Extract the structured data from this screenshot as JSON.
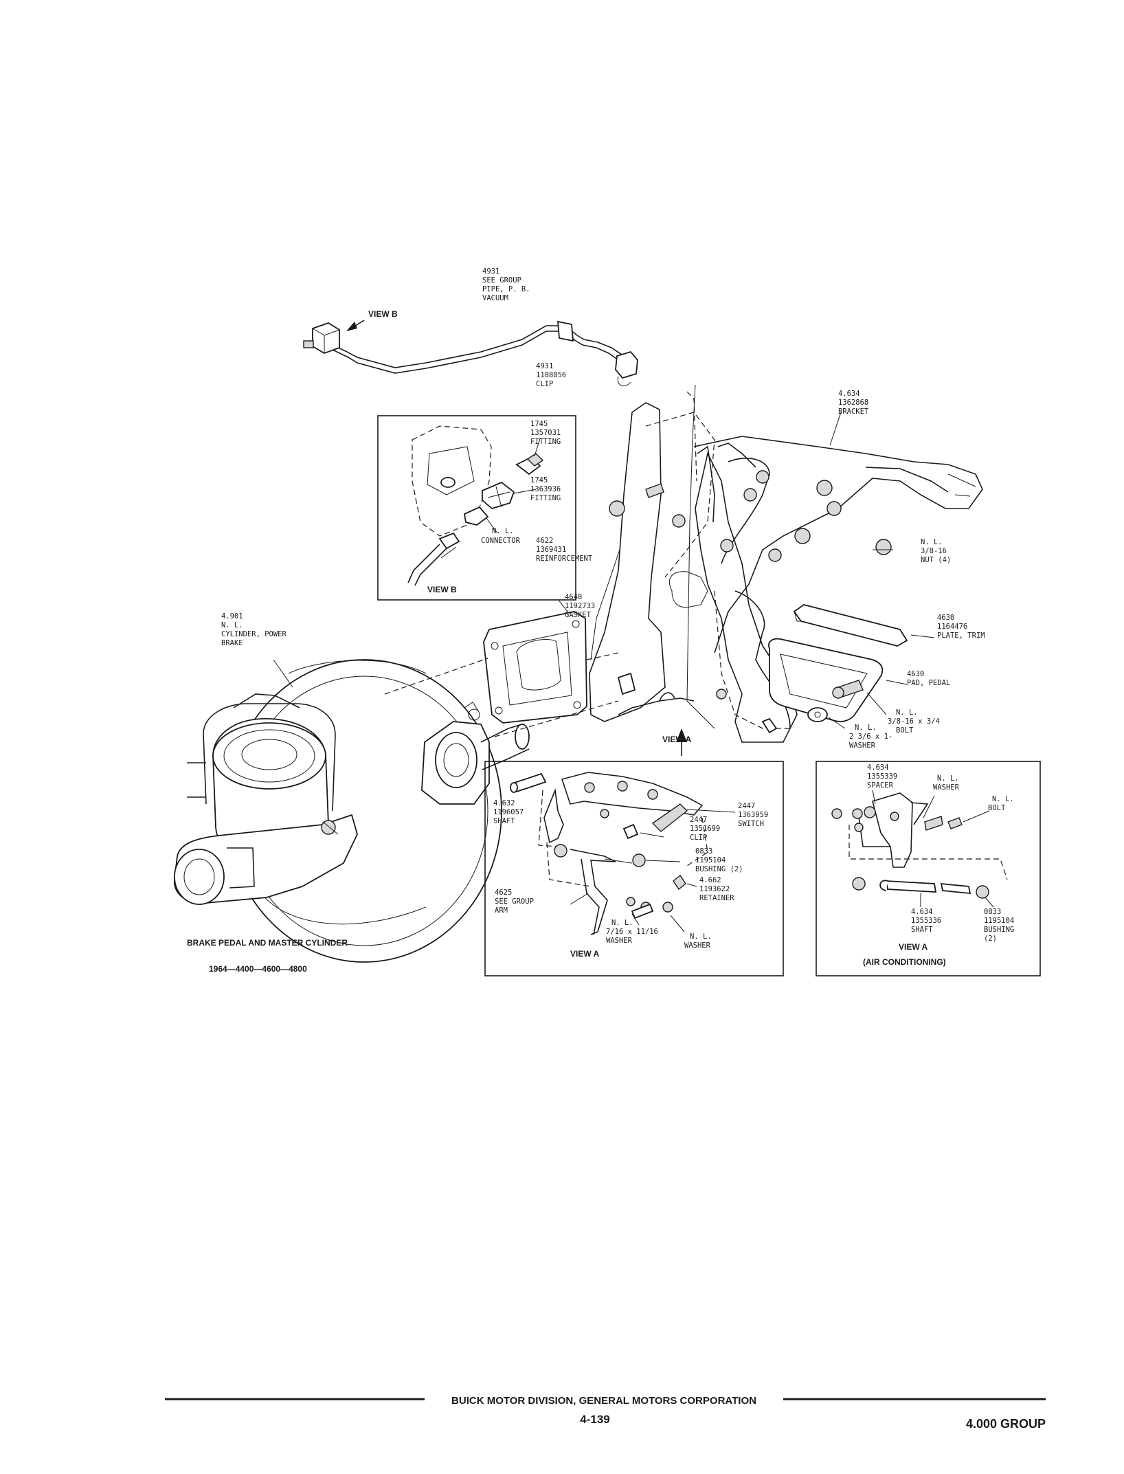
{
  "diagram": {
    "title": "BRAKE PEDAL AND MASTER CYLINDER",
    "years": "1964—4400—4600—4800",
    "view_labels": {
      "view_a": "VIEW A",
      "view_b": "VIEW B",
      "view_a_ac": "VIEW A",
      "ac_caption": "(AIR CONDITIONING)"
    },
    "callouts": [
      {
        "id": "pipe-vacuum",
        "lines": [
          "4931",
          "SEE GROUP",
          "PIPE, P. B.",
          "VACUUM"
        ]
      },
      {
        "id": "clip-vacuum",
        "lines": [
          "4931",
          "1188856",
          "CLIP"
        ]
      },
      {
        "id": "bracket",
        "lines": [
          "4.634",
          "1362868",
          "BRACKET"
        ]
      },
      {
        "id": "fitting-1",
        "lines": [
          "1745",
          "1357031",
          "FITTING"
        ]
      },
      {
        "id": "fitting-2",
        "lines": [
          "1745",
          "1363936",
          "FITTING"
        ]
      },
      {
        "id": "connector",
        "lines": [
          "N. L.",
          "CONNECTOR"
        ]
      },
      {
        "id": "reinforcement",
        "lines": [
          "4622",
          "1369431",
          "REINFORCEMENT"
        ]
      },
      {
        "id": "nut",
        "lines": [
          "N. L.",
          "3/8-16",
          "NUT (4)"
        ]
      },
      {
        "id": "gasket",
        "lines": [
          "4648",
          "1192733",
          "GASKET"
        ]
      },
      {
        "id": "plate-trim",
        "lines": [
          "4630",
          "1164476",
          "PLATE, TRIM"
        ]
      },
      {
        "id": "cylinder",
        "lines": [
          "4.901",
          "N. L.",
          "CYLINDER, POWER",
          "BRAKE"
        ]
      },
      {
        "id": "pad-pedal",
        "lines": [
          "4630",
          "PAD, PEDAL"
        ]
      },
      {
        "id": "bolt-main",
        "lines": [
          "N. L.",
          "3/8-16 x 3/4",
          "BOLT"
        ]
      },
      {
        "id": "washer-main",
        "lines": [
          "N. L.",
          "2 3/6 x 1-",
          "WASHER"
        ]
      },
      {
        "id": "shaft-a",
        "lines": [
          "4.632",
          "1196057",
          "SHAFT"
        ]
      },
      {
        "id": "switch",
        "lines": [
          "2447",
          "1363959",
          "SWITCH"
        ]
      },
      {
        "id": "clip-a",
        "lines": [
          "2447",
          "1351699",
          "CLIP"
        ]
      },
      {
        "id": "bushing-a",
        "lines": [
          "0833",
          "1195104",
          "BUSHING (2)"
        ]
      },
      {
        "id": "arm",
        "lines": [
          "4625",
          "SEE GROUP",
          "ARM"
        ]
      },
      {
        "id": "retainer",
        "lines": [
          "4.662",
          "1193622",
          "RETAINER"
        ]
      },
      {
        "id": "washer-a1",
        "lines": [
          "N. L.",
          "7/16 x 11/16",
          "WASHER"
        ]
      },
      {
        "id": "washer-a2",
        "lines": [
          "N. L.",
          "WASHER"
        ]
      },
      {
        "id": "spacer-ac",
        "lines": [
          "4.634",
          "1355339",
          "SPACER"
        ]
      },
      {
        "id": "washer-ac",
        "lines": [
          "N. L.",
          "WASHER"
        ]
      },
      {
        "id": "bolt-ac",
        "lines": [
          "N. L.",
          "BOLT"
        ]
      },
      {
        "id": "shaft-ac",
        "lines": [
          "4.634",
          "1355336",
          "SHAFT"
        ]
      },
      {
        "id": "bushing-ac",
        "lines": [
          "0833",
          "1195104",
          "BUSHING",
          "(2)"
        ]
      }
    ]
  },
  "footer": {
    "publisher": "BUICK MOTOR DIVISION, GENERAL MOTORS CORPORATION",
    "page_number": "4-139",
    "group": "4.000 GROUP"
  }
}
